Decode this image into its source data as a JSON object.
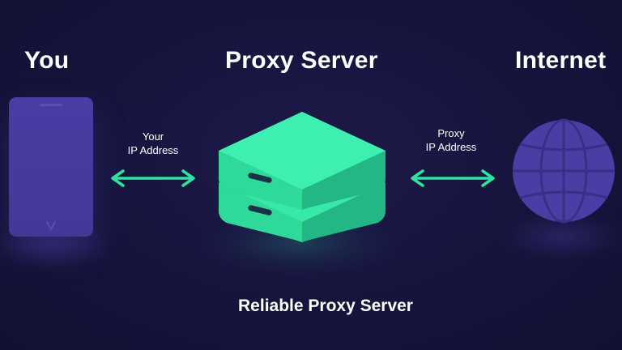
{
  "headings": {
    "you": "You",
    "proxy_server": "Proxy Server",
    "internet": "Internet"
  },
  "labels": {
    "your_ip": [
      "Your",
      "IP Address"
    ],
    "proxy_ip": [
      "Proxy",
      "IP Address"
    ]
  },
  "caption": "Reliable Proxy Server",
  "icons": {
    "device": "smartphone-icon",
    "server": "server-stack-icon",
    "internet": "globe-icon",
    "connection": "double-arrow-icon"
  },
  "colors": {
    "background": "#15133a",
    "accent_green": "#2ee3a0",
    "device_purple": "#4a3da3",
    "text": "#ffffff"
  }
}
